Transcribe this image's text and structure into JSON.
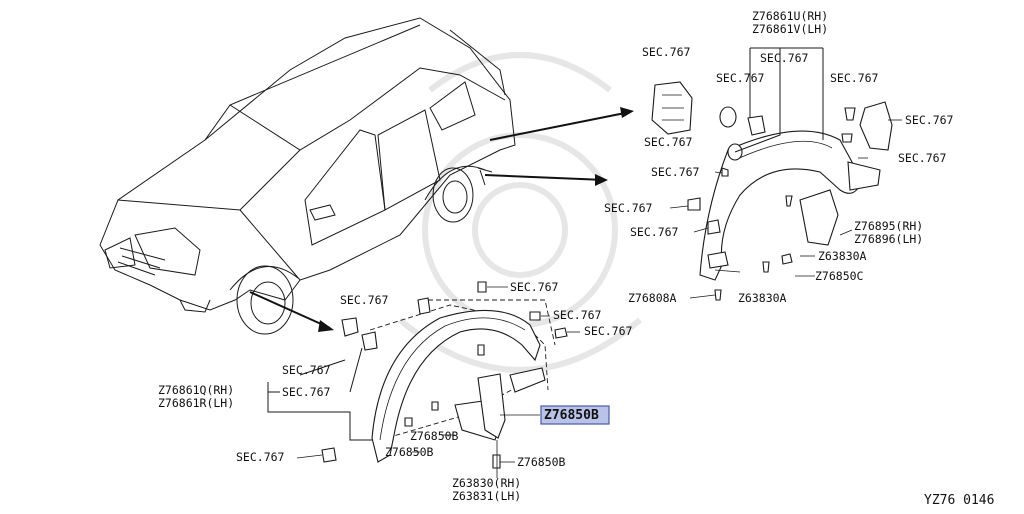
{
  "labels": {
    "sec767_top_a": "SEC.767",
    "sec767_top_b": "SEC.767",
    "sec767_top_c": "SEC.767",
    "sec767_top_d": "SEC.767",
    "sec767_right_a": "SEC.767",
    "sec767_right_b": "SEC.767",
    "sec767_mid_a": "SEC.767",
    "sec767_mid_b": "SEC.767",
    "sec767_mid_c": "SEC.767",
    "z76861u": "Z76861U(RH)",
    "z76861v": "Z76861V(LH)",
    "z76895": "Z76895(RH)",
    "z76896": "Z76896(LH)",
    "z63830a_1": "Z63830A",
    "z76850c": "Z76850C",
    "z76808a": "Z76808A",
    "z63830a_2": "Z63830A",
    "sec767_low_a": "SEC.767",
    "sec767_low_b": "SEC.767",
    "sec767_low_c": "SEC.767",
    "sec767_low_d": "SEC.767",
    "sec767_low_e": "SEC.767",
    "sec767_low_f": "SEC.767",
    "sec767_low_g": "SEC.767",
    "z76861q": "Z76861Q(RH)",
    "z76861r": "Z76861R(LH)",
    "z76850b_hl": "Z76850B",
    "z76850b_1": "Z76850B",
    "z76850b_2": "Z76850B",
    "z76850b_3": "Z76850B",
    "z63830": "Z63830(RH)",
    "z63831": "Z63831(LH)",
    "sec767_bottom": "SEC.767",
    "diagram_code": "YZ76 0146"
  }
}
